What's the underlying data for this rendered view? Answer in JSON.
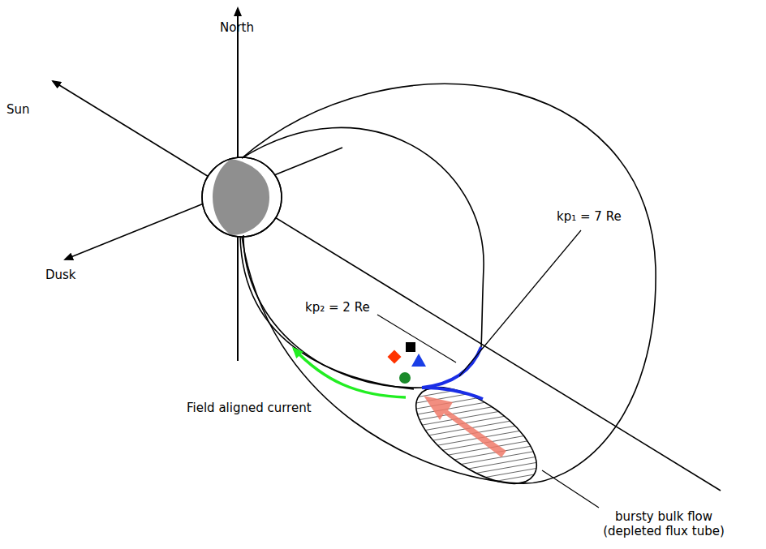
{
  "diagram": {
    "labels": [
      "North",
      "Sun",
      "Dusk",
      "kp₁ = 7 Re",
      "kp₂ = 2 Re",
      "Field aligned current",
      "bursty bulk flow (depleted flux tube)"
    ]
  }
}
